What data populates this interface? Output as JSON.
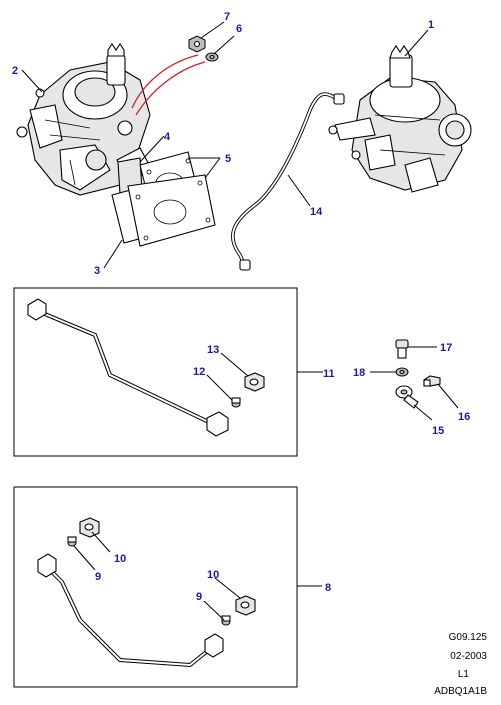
{
  "callouts": {
    "c1": "1",
    "c2": "2",
    "c3": "3",
    "c4": "4",
    "c5": "5",
    "c6": "6",
    "c7": "7",
    "c8": "8",
    "c9a": "9",
    "c9b": "9",
    "c10a": "10",
    "c10b": "10",
    "c11": "11",
    "c12": "12",
    "c13": "13",
    "c14": "14",
    "c15": "15",
    "c16": "16",
    "c17": "17",
    "c18": "18"
  },
  "footer": {
    "code": "G09.125",
    "date": "02-2003",
    "level": "L1",
    "ref": "ADBQ1A1B"
  },
  "colors": {
    "callout": "#1a1aa6",
    "highlight_pipe": "#d62020",
    "line": "#000000",
    "background": "#ffffff"
  }
}
